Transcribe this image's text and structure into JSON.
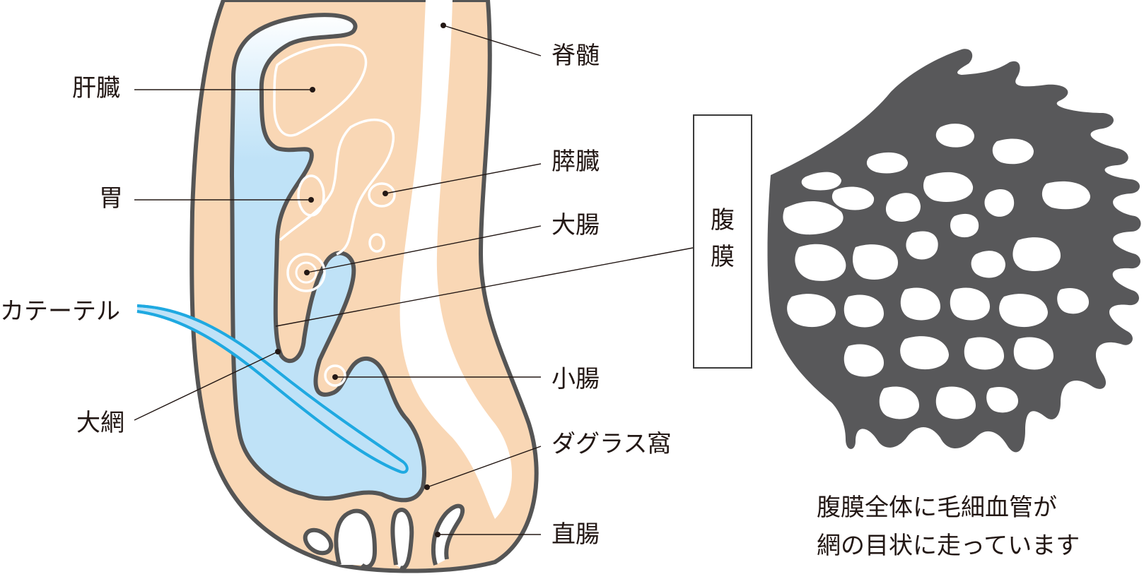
{
  "labels": {
    "spinal_cord": "脊髄",
    "liver": "肝臓",
    "pancreas": "膵臓",
    "stomach": "胃",
    "large_intestine": "大腸",
    "catheter": "カテーテル",
    "greater_omentum": "大網",
    "small_intestine": "小腸",
    "douglas_pouch": "ダグラス窩",
    "rectum": "直腸"
  },
  "peritoneum_box": {
    "char1": "腹",
    "char2": "膜"
  },
  "caption": {
    "line1": "腹膜全体に毛細血管が",
    "line2": "網の目状に走っています"
  },
  "colors": {
    "tissue": "#f9d7b5",
    "cavity_fluid": "#bfe2f7",
    "outline": "#555555",
    "catheter": "#1fa9e1",
    "capillary_net": "#58585a",
    "leader_line": "#231815"
  }
}
